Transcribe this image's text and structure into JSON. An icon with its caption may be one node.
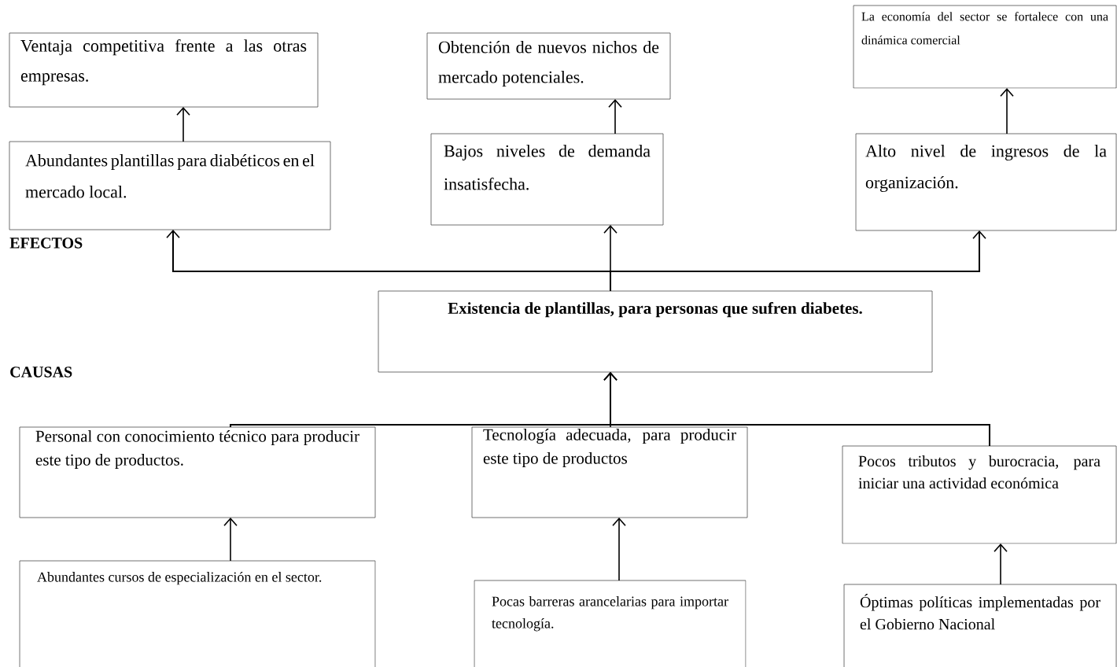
{
  "diagram": {
    "nodes": [
      {
        "text": [
          "Ventaja competitiva frente a las otras empresas."
        ]
      },
      {
        "text": [
          "Obtención de nuevos nichos de mercado potenciales."
        ]
      },
      {
        "text": [
          "La economía del sector se fortalece con una dinámica comercial"
        ]
      },
      {
        "text": [
          "Abundantes plantillas para diabéticos en el mercado local."
        ]
      },
      {
        "text": [
          "Bajos niveles de demanda insatisfecha."
        ]
      },
      {
        "text": [
          "Alto nivel de ingresos de la organización."
        ]
      },
      {
        "text": [
          "Existencia de plantillas, para personas que sufren diabetes."
        ]
      },
      {
        "text": [
          "Personal con conocimiento técnico para producir este tipo de productos."
        ]
      },
      {
        "text": [
          "Tecnología adecuada, para producir este tipo de productos"
        ]
      },
      {
        "text": [
          "Pocos tributos y burocracia, para iniciar una actividad económica"
        ]
      },
      {
        "text": [
          "Abundantes cursos de especialización en el sector."
        ]
      },
      {
        "text": [
          "Pocas barreras arancelarias para importar tecnología."
        ]
      },
      {
        "text": [
          "Óptimas políticas implementadas por el Gobierno Nacional"
        ]
      }
    ],
    "edges": [
      {
        "from": 3,
        "to": 0,
        "arrow": "to"
      },
      {
        "from": 4,
        "to": 1,
        "arrow": "to"
      },
      {
        "from": 5,
        "to": 2,
        "arrow": "to"
      },
      {
        "from": 6,
        "to": 3,
        "arrow": "to"
      },
      {
        "from": 6,
        "to": 4,
        "arrow": "to"
      },
      {
        "from": 6,
        "to": 5,
        "arrow": "to"
      },
      {
        "from": 7,
        "to": 6,
        "arrow": "to"
      },
      {
        "from": 8,
        "to": 6,
        "arrow": "to"
      },
      {
        "from": 9,
        "to": 6,
        "arrow": "to"
      },
      {
        "from": 10,
        "to": 7,
        "arrow": "to"
      },
      {
        "from": 11,
        "to": 8,
        "arrow": "to"
      },
      {
        "from": 12,
        "to": 9,
        "arrow": "to"
      }
    ],
    "labels": [
      "EFECTOS",
      "CAUSAS"
    ]
  }
}
